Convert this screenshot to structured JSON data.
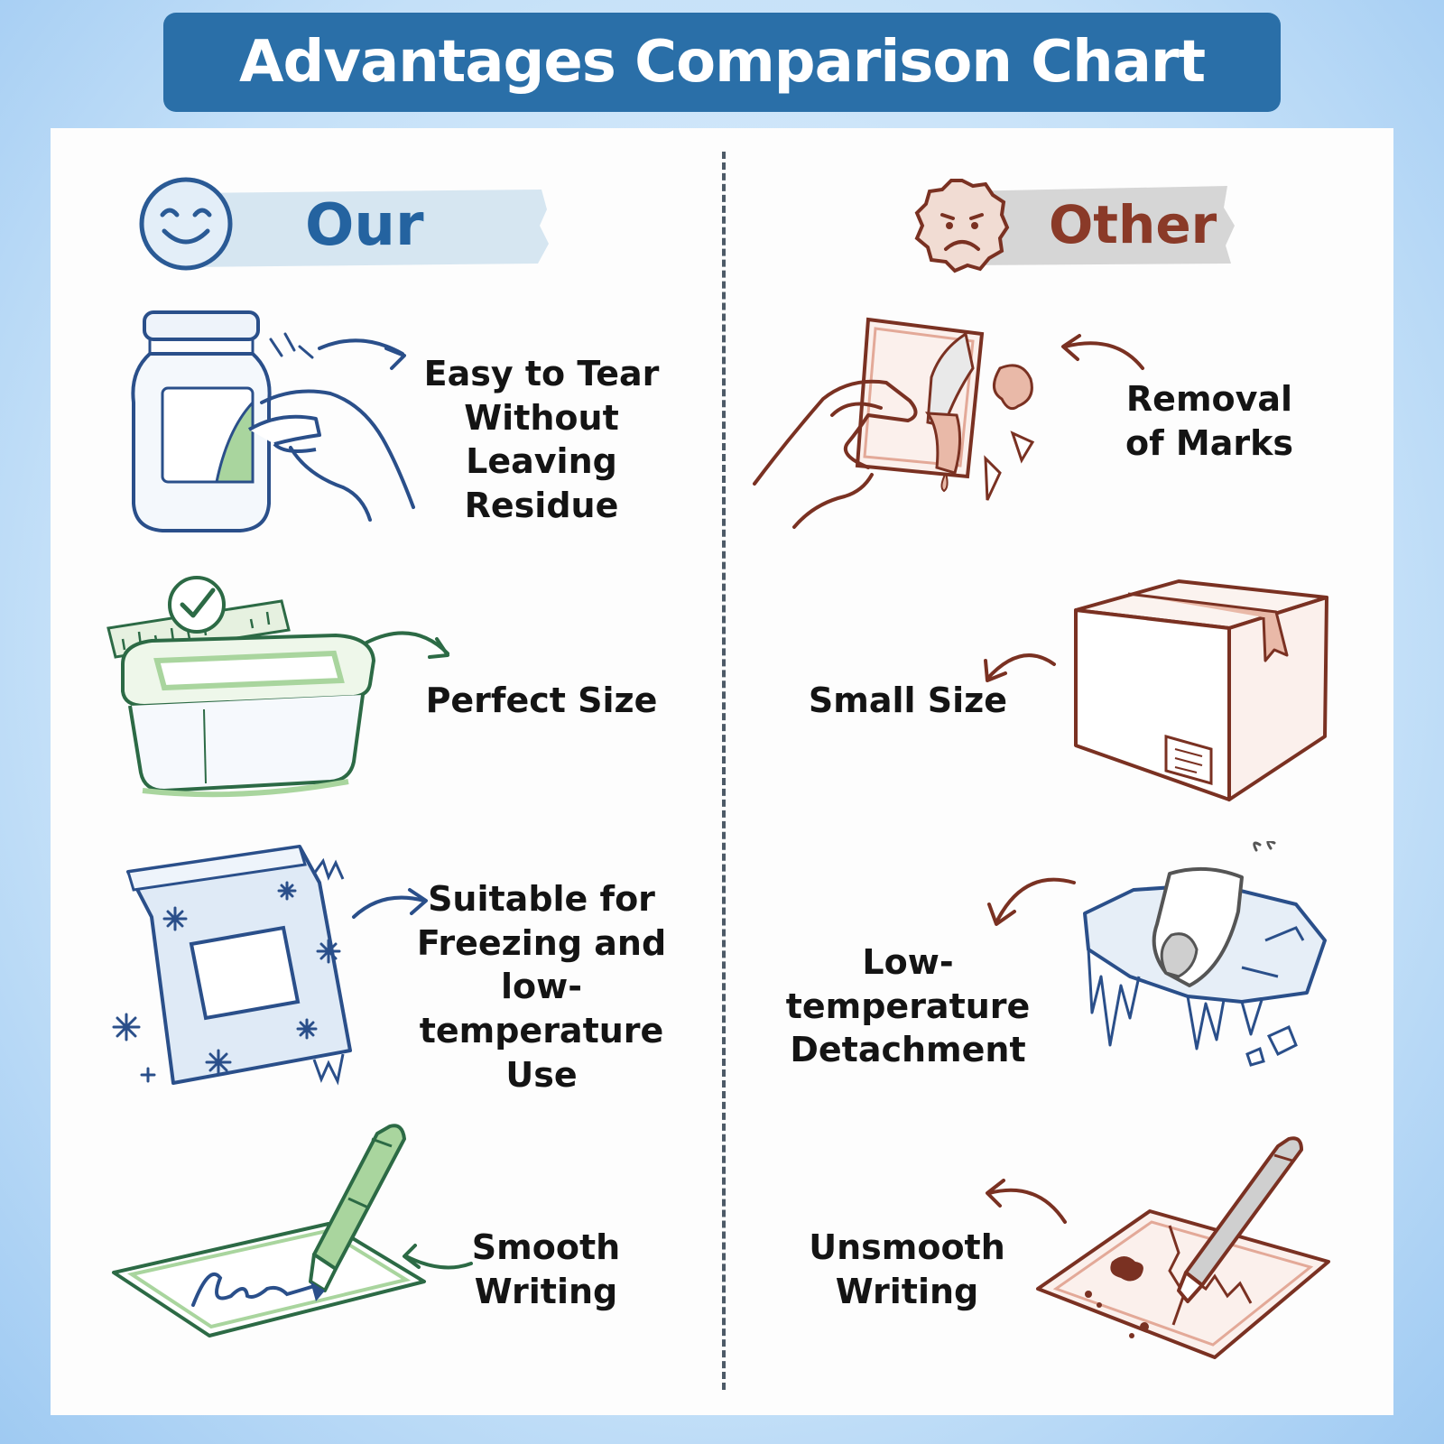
{
  "title": "Advantages Comparison Chart",
  "columns": {
    "ours": {
      "label": "Our"
    },
    "other": {
      "label": "Other"
    }
  },
  "features": {
    "ours": [
      {
        "text": "Easy to Tear\nWithout Leaving\nResidue",
        "icon": "jar-label-peel-icon"
      },
      {
        "text": "Perfect Size",
        "icon": "container-ruler-icon"
      },
      {
        "text": "Suitable for\nFreezing and\nlow-temperature\nUse",
        "icon": "frozen-bag-icon"
      },
      {
        "text": "Smooth\nWriting",
        "icon": "pen-writing-icon"
      }
    ],
    "other": [
      {
        "text": "Removal\nof Marks",
        "icon": "torn-label-icon"
      },
      {
        "text": "Small Size",
        "icon": "cardboard-box-icon"
      },
      {
        "text": "Low-temperature\nDetachment",
        "icon": "ice-detached-label-icon"
      },
      {
        "text": "Unsmooth\nWriting",
        "icon": "pen-tearing-paper-icon"
      }
    ]
  },
  "colors": {
    "banner": "#2a6fa8",
    "ours_ink": "#2a4f8a",
    "ours_accent": "#a9d59e",
    "other_ink": "#7a3122",
    "other_accent": "#e9b9a8"
  }
}
